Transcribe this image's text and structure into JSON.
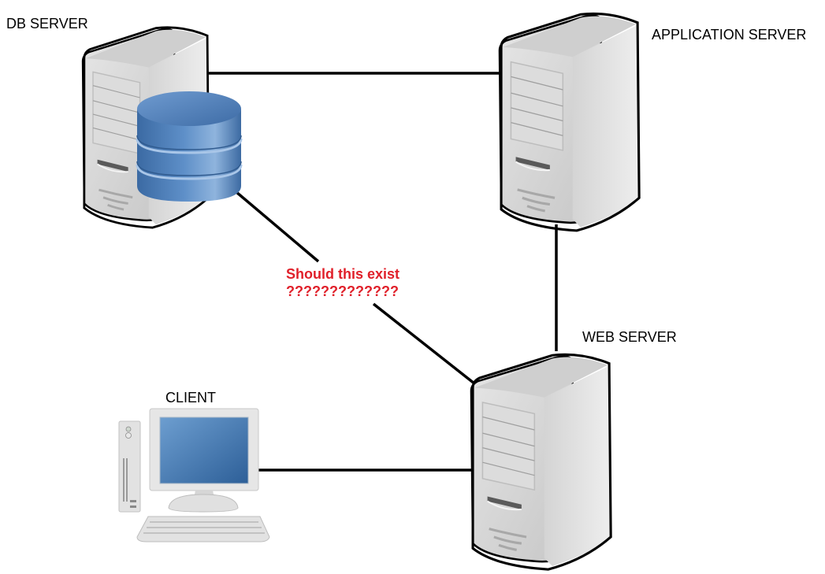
{
  "nodes": {
    "db_server": {
      "label": "DB SERVER",
      "icon": "server-with-database-icon"
    },
    "application_server": {
      "label": "APPLICATION SERVER",
      "icon": "server-tower-icon"
    },
    "web_server": {
      "label": "WEB SERVER",
      "icon": "server-tower-icon"
    },
    "client": {
      "label": "CLIENT",
      "icon": "desktop-computer-icon"
    }
  },
  "connections": [
    {
      "from": "db_server",
      "to": "application_server"
    },
    {
      "from": "application_server",
      "to": "web_server"
    },
    {
      "from": "client",
      "to": "web_server"
    },
    {
      "from": "db_server",
      "to": "web_server",
      "questioned": true
    }
  ],
  "annotation": {
    "line1": "Should this exist",
    "line2": "?????????????",
    "color": "#e0202a"
  },
  "colors": {
    "connector": "#000000",
    "server_body": "#d8d8d8",
    "database": "#4a78b0",
    "screen": "#3a6ea8"
  }
}
